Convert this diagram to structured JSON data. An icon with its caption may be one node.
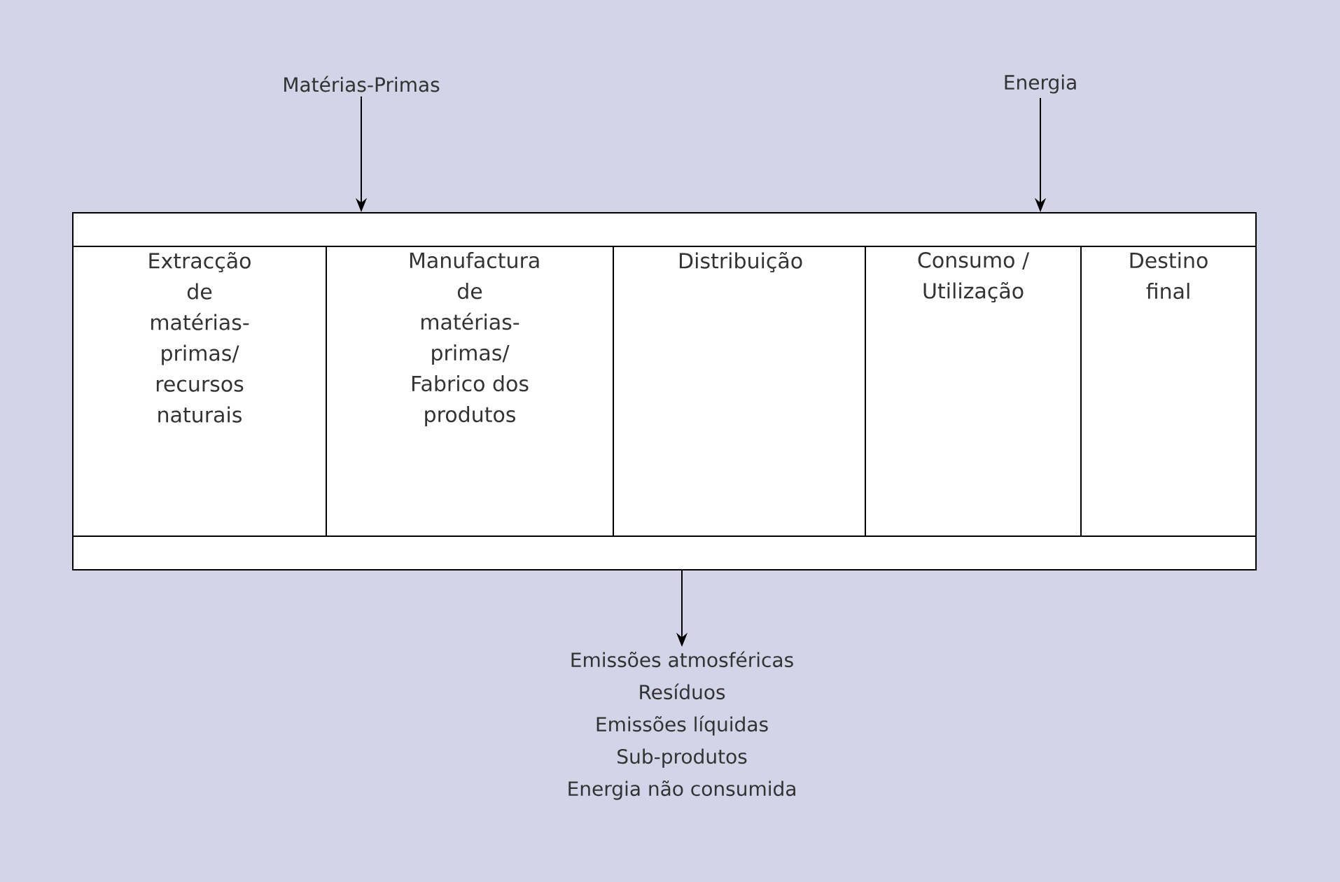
{
  "diagram": {
    "nodes": [
      {
        "text": [],
        "shape": "box"
      },
      {
        "text": [
          "Extracção de matérias-primas/ recursos naturais"
        ],
        "in": 0
      },
      {
        "text": [
          "Manufactura de matérias-primas/ Fabrico dos produtos"
        ],
        "in": 0
      },
      {
        "text": [
          "Distribuição"
        ],
        "in": 0
      },
      {
        "text": [
          "Consumo / Utilização"
        ],
        "in": 0
      },
      {
        "text": [
          "Destino final"
        ],
        "in": 0
      },
      {
        "text": [
          "Matérias-Primas"
        ]
      },
      {
        "text": [
          "Energia"
        ]
      },
      {
        "text": [
          "Emissões atmosféricas",
          "Resíduos",
          "Emissões líquidas",
          "Sub-produtos",
          "Energia não consumida"
        ]
      }
    ],
    "edges": [
      {
        "from": 6,
        "to": 0,
        "arrow": "to"
      },
      {
        "from": 7,
        "to": 0,
        "arrow": "to"
      },
      {
        "from": 0,
        "to": 8,
        "arrow": "to"
      }
    ]
  }
}
